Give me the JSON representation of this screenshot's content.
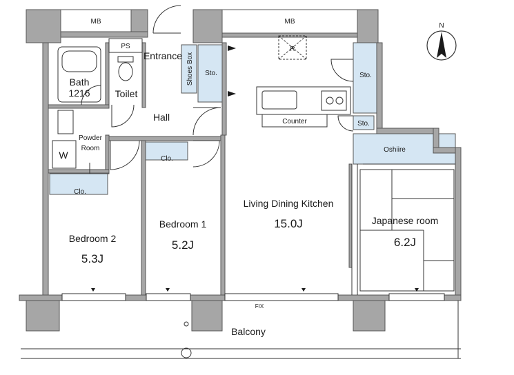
{
  "labels": {
    "mb_left": "MB",
    "mb_right": "MB",
    "ps": "PS",
    "entrance": "Entrance",
    "shoes_box": "Shoes Box",
    "sto_entrance": "Sto.",
    "sto_kitchen": "Sto.",
    "sto_small": "Sto.",
    "r_mark": "R",
    "bath": "Bath",
    "bath_size": "1216",
    "toilet": "Toilet",
    "hall": "Hall",
    "powder_room_line1": "Powder",
    "powder_room_line2": "Room",
    "washer": "W",
    "counter": "Counter",
    "oshiire": "Oshiire",
    "clo_bed1": "Clo.",
    "clo_bed2": "Clo.",
    "bedroom2": "Bedroom 2",
    "bedroom2_size": "5.3J",
    "bedroom1": "Bedroom 1",
    "bedroom1_size": "5.2J",
    "ldk": "Living Dining Kitchen",
    "ldk_size": "15.0J",
    "japanese_room": "Japanese room",
    "japanese_room_size": "6.2J",
    "fix": "FIX",
    "balcony": "Balcony",
    "north": "N"
  },
  "colors": {
    "wall": "#a6a6a6",
    "wall_outline": "#555555",
    "storage_fill": "#d5e6f3",
    "line": "#333333"
  }
}
